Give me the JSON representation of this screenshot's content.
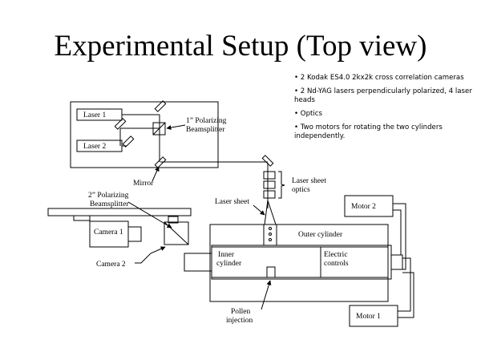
{
  "title": "Experimental Setup (Top view)",
  "bullets": [
    "• 2 Kodak ES4.0 2kx2k cross correlation cameras",
    "• 2 Nd-YAG lasers perpendicularly polarized, 4 laser heads",
    "• Optics",
    "• Two motors for rotating the two cylinders independently."
  ],
  "labels": {
    "laser1": "Laser 1",
    "laser2": "Laser 2",
    "pbs1_line1": "1” Polarizing",
    "pbs1_line2": "Beamsplitter",
    "mirror": "Mirror",
    "sheet_optics_line1": "Laser sheet",
    "sheet_optics_line2": "optics",
    "laser_sheet": "Laser sheet",
    "pbs2_line1": "2” Polarizing",
    "pbs2_line2": "Beamsplitter",
    "camera1": "Camera 1",
    "camera2": "Camera 2",
    "motor2": "Motor 2",
    "motor1": "Motor 1",
    "outer_cylinder": "Outer cylinder",
    "inner_line1": "Inner",
    "inner_line2": "cylinder",
    "electric_line1": "Electric",
    "electric_line2": "controls",
    "pollen_line1": "Pollen",
    "pollen_line2": "injection"
  }
}
